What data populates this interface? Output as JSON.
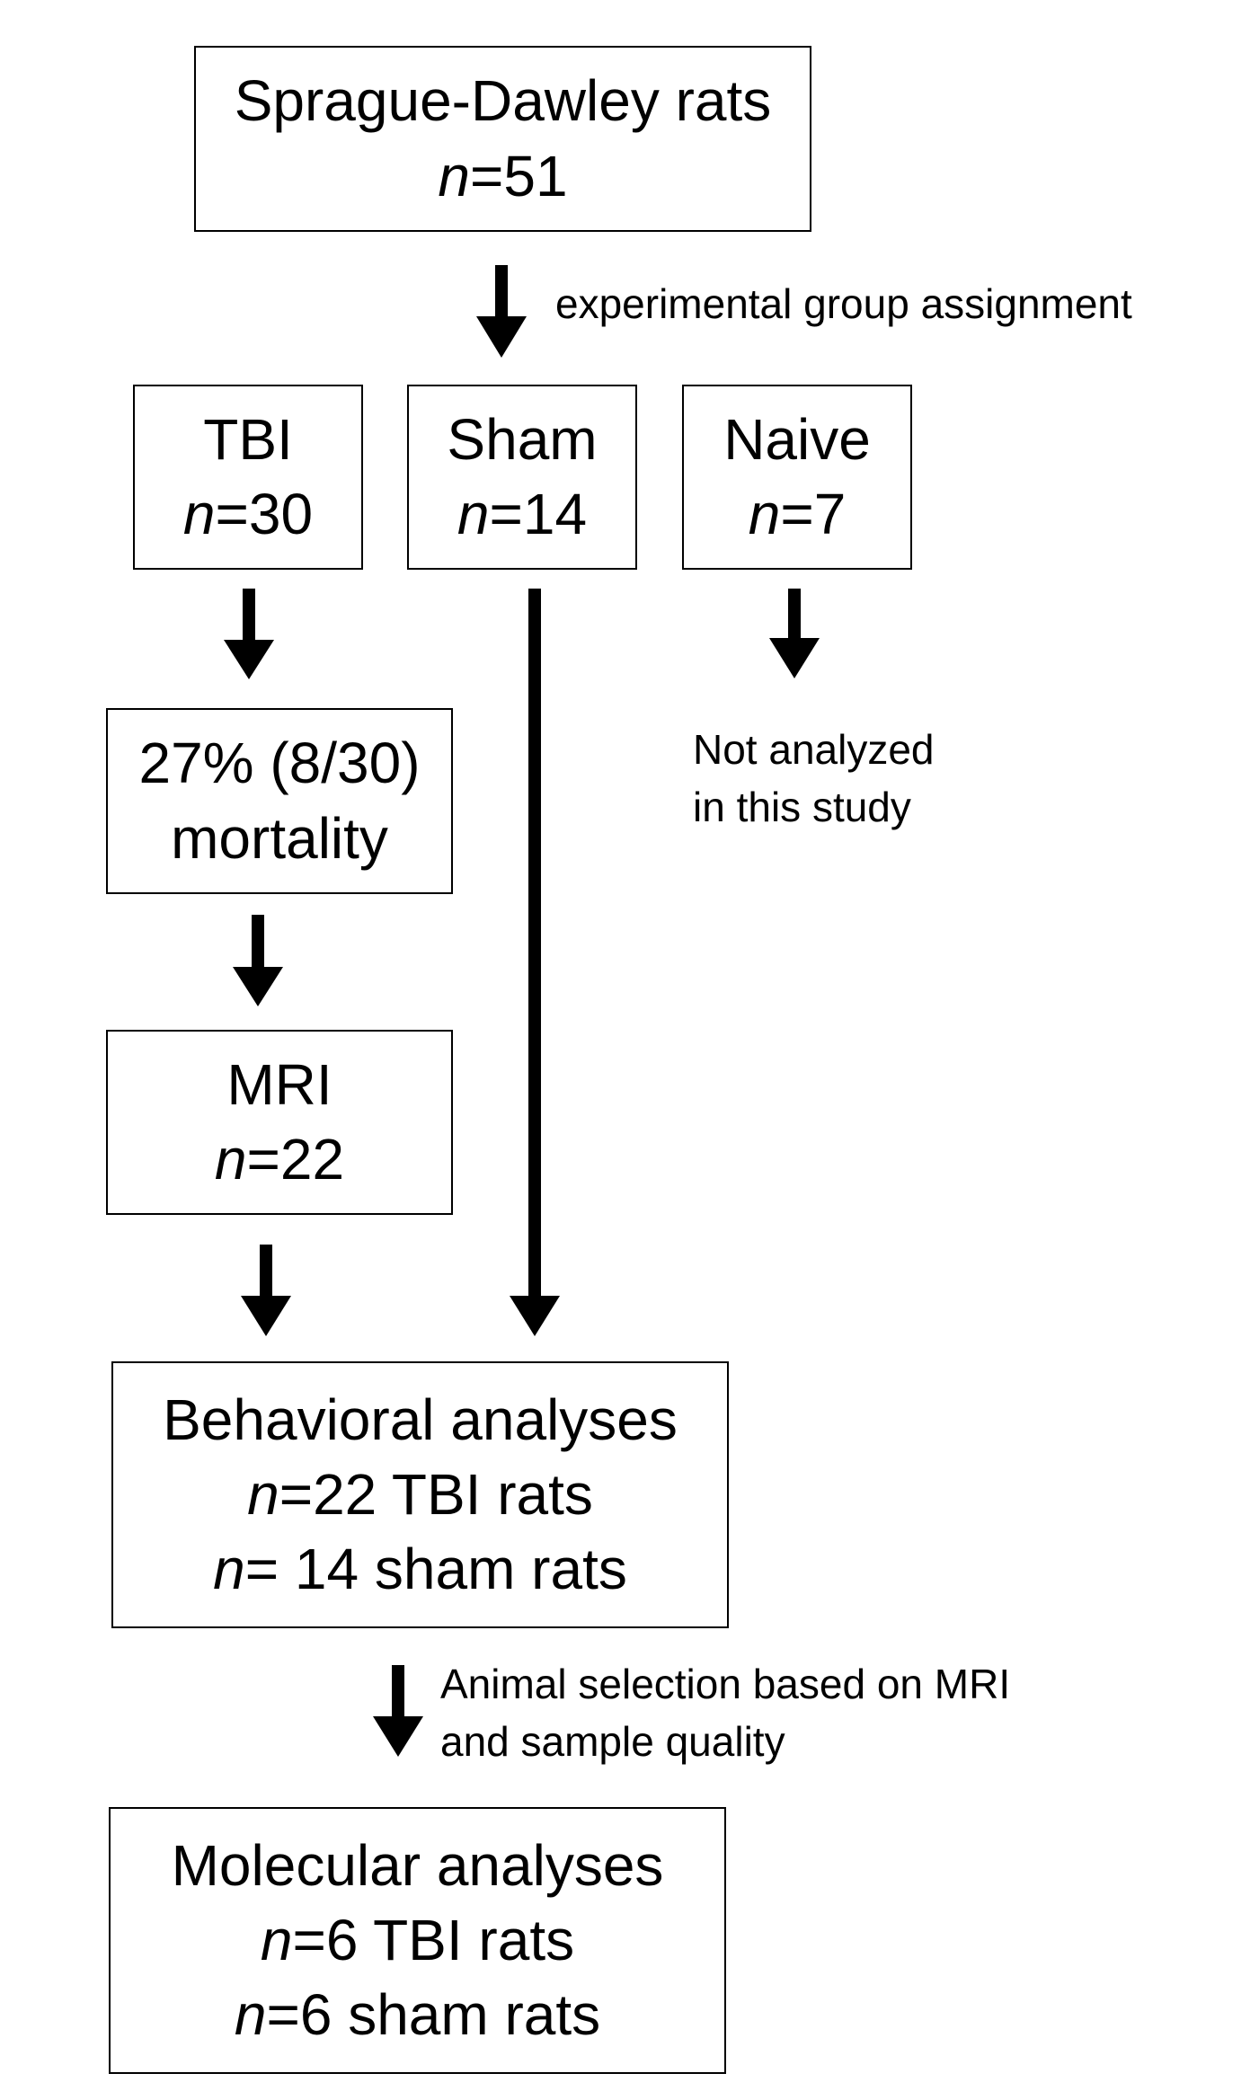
{
  "boxes": {
    "source": {
      "title": "Sprague-Dawley rats",
      "n_prefix": "n",
      "n_value": "=51"
    },
    "tbi": {
      "title": "TBI",
      "n_prefix": "n",
      "n_value": "=30"
    },
    "sham": {
      "title": "Sham",
      "n_prefix": "n",
      "n_value": "=14"
    },
    "naive": {
      "title": "Naive",
      "n_prefix": "n",
      "n_value": "=7"
    },
    "mortality": {
      "line1": "27% (8/30)",
      "line2": "mortality"
    },
    "mri": {
      "title": "MRI",
      "n_prefix": "n",
      "n_value": "=22"
    },
    "behavioral": {
      "title": "Behavioral analyses",
      "row1_prefix": "n",
      "row1_value": "=22 TBI rats",
      "row2_prefix": "n",
      "row2_value": "= 14 sham rats"
    },
    "molecular": {
      "title": "Molecular analyses",
      "row1_prefix": "n",
      "row1_value": "=6 TBI rats",
      "row2_prefix": "n",
      "row2_value": "=6 sham rats"
    }
  },
  "notes": {
    "assignment": "experimental group assignment",
    "not_analyzed_line1": "Not analyzed",
    "not_analyzed_line2": "in this study",
    "selection_line1": "Animal selection based on MRI",
    "selection_line2": "and sample quality"
  },
  "colors": {
    "stroke": "#000000",
    "background": "#ffffff"
  }
}
